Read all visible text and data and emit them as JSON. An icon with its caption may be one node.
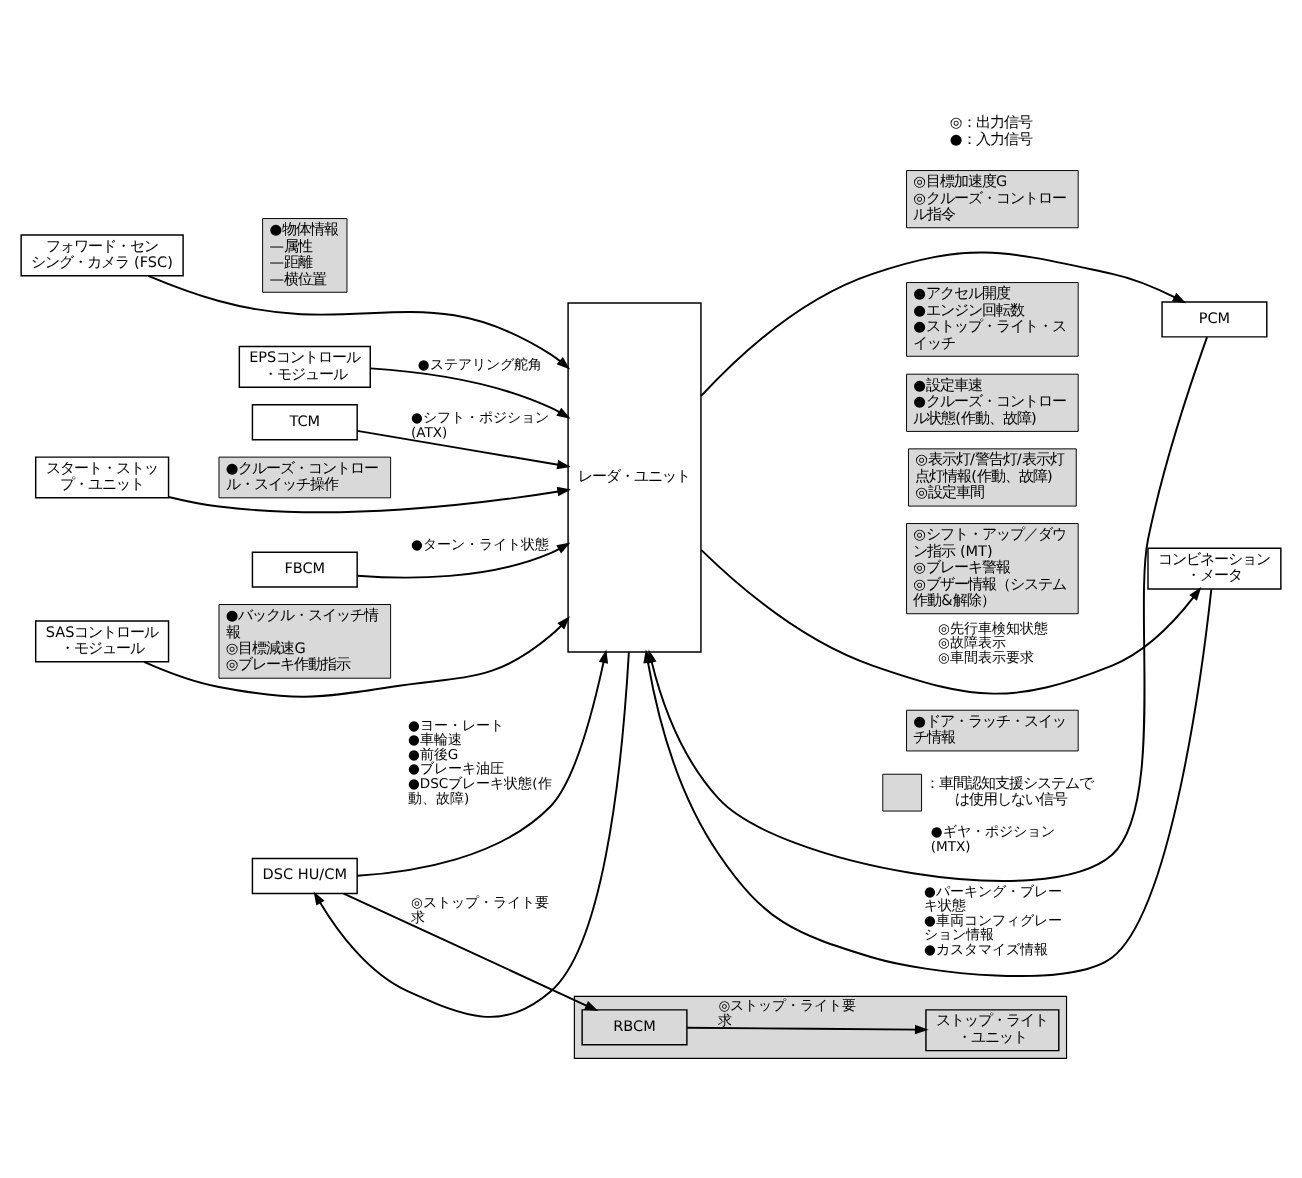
{
  "diagram": {
    "nodes": [
      {
        "text": [
          "フォワード・センシング・カメラ (FSC)"
        ]
      },
      {
        "text": [
          "●物体情報",
          "—属性",
          "—距離",
          "—横位置"
        ]
      },
      {
        "text": [
          "EPSコントロール・モジュール"
        ]
      },
      {
        "text": [
          "TCM"
        ]
      },
      {
        "text": [
          "スタート・ストップ・ユニット"
        ]
      },
      {
        "text": [
          "●クルーズ・コントロール・スイッチ操作"
        ]
      },
      {
        "text": [
          "FBCM"
        ]
      },
      {
        "text": [
          "SASコントロール・モジュール"
        ]
      },
      {
        "text": [
          "●バックル・スイッチ情報",
          "◎目標減速G",
          "◎ブレーキ作動指示"
        ]
      },
      {
        "text": [
          "DSC HU/CM"
        ]
      },
      {
        "text": [],
        "shape": "box"
      },
      {
        "text": [
          "RBCM"
        ],
        "in": 10
      },
      {
        "text": [
          "ストップ・ライト・ユニット"
        ],
        "in": 10
      },
      {
        "text": [
          "レーダ・ユニット"
        ]
      },
      {
        "text": [
          "◎目標加速度G",
          "◎クルーズ・コントロール指令"
        ]
      },
      {
        "text": [
          "PCM"
        ]
      },
      {
        "text": [
          "●アクセル開度",
          "●エンジン回転数",
          "●ストップ・ライト・スイッチ"
        ]
      },
      {
        "text": [
          "●設定車速",
          "●クルーズ・コントロール状態(作動、故障)"
        ]
      },
      {
        "text": [
          "◎表示灯/警告灯/表示灯点灯情報(作動、故障)",
          "◎設定車間"
        ]
      },
      {
        "text": [
          "◎シフト・アップ／ダウン指示 (MT)",
          "◎ブレーキ警報",
          "◎ブザー情報（システム作動&解除）"
        ]
      },
      {
        "text": [
          "コンビネーション・メータ"
        ]
      },
      {
        "text": [
          "●ドア・ラッチ・スイッチ情報"
        ]
      }
    ],
    "edges": [
      {
        "from": 0,
        "to": 13,
        "arrow": "to"
      },
      {
        "from": 2,
        "to": 13,
        "arrow": "to",
        "label": "●ステアリング舵角"
      },
      {
        "from": 3,
        "to": 13,
        "arrow": "to",
        "label": "●シフト・ポジション (ATX)"
      },
      {
        "from": 4,
        "to": 13,
        "arrow": "to"
      },
      {
        "from": 6,
        "to": 13,
        "arrow": "to",
        "label": "●ターン・ライト状態"
      },
      {
        "from": 7,
        "to": 13,
        "arrow": "to"
      },
      {
        "from": 13,
        "to": 9,
        "arrow": "to"
      },
      {
        "from": 9,
        "to": 13,
        "arrow": "to",
        "label": "●ヨー・レート ●車輪速 ●前後G ●ブレーキ油圧 ●DSCブレーキ状態(作動、故障)"
      },
      {
        "from": 9,
        "to": 11,
        "arrow": "to",
        "label": "◎ストップ・ライト要求"
      },
      {
        "from": 11,
        "to": 12,
        "arrow": "to",
        "label": "◎ストップ・ライト要求"
      },
      {
        "from": 13,
        "to": 15,
        "arrow": "to"
      },
      {
        "from": 15,
        "to": 13,
        "arrow": "to",
        "label": "●ギヤ・ポジション (MTX)"
      },
      {
        "from": 13,
        "to": 20,
        "arrow": "to",
        "label": "◎先行車検知状態 ◎故障表示 ◎車間表示要求"
      },
      {
        "from": 20,
        "to": 13,
        "arrow": "to",
        "label": "●パーキング・ブレーキ状態 ●車両コンフィグレーション情報 ●カスタマイズ情報"
      }
    ],
    "labels": [
      "◎：出力信号",
      "●：入力信号"
    ],
    "legend": [
      {
        "text": "：車間認知支援システムでは使用しない信号",
        "color": "#d9d9d9"
      }
    ]
  }
}
